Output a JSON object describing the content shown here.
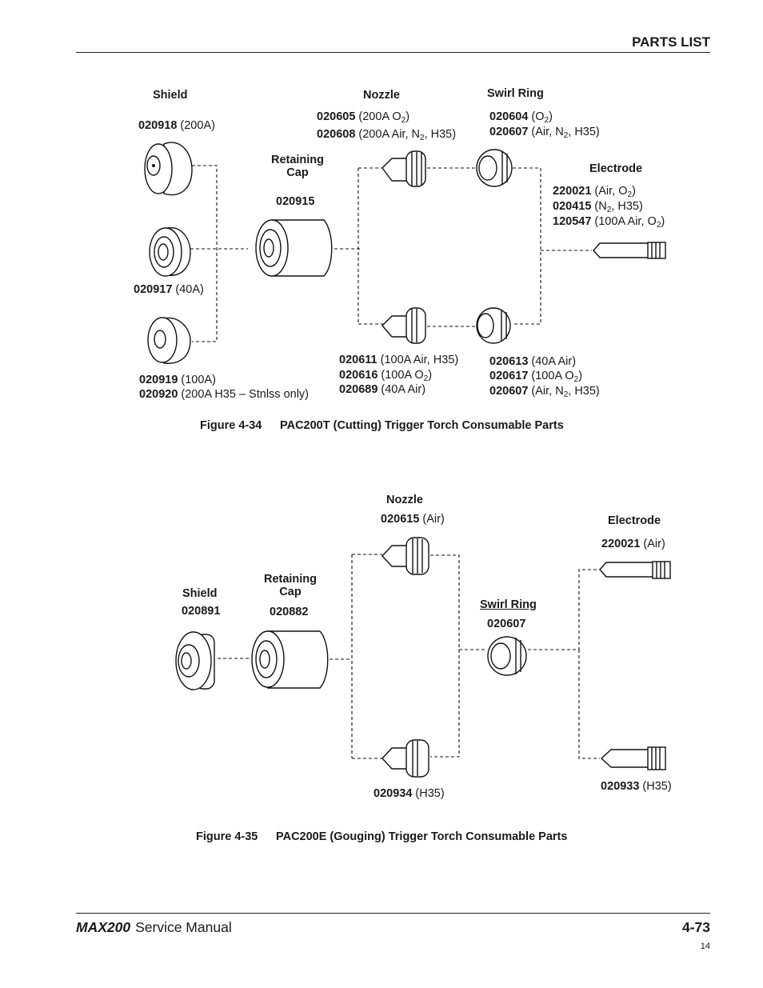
{
  "header": {
    "section": "PARTS LIST"
  },
  "fig34": {
    "shield_head": "Shield",
    "shield_200a": "020918",
    "shield_200a_note": " (200A)",
    "shield_40a": "020917",
    "shield_40a_note": " (40A)",
    "shield_100a": "020919",
    "shield_100a_note": " (100A)",
    "shield_200a_h35": "020920",
    "shield_200a_h35_note": " (200A H35 – Stnlss only)",
    "cap_head_line1": "Retaining",
    "cap_head_line2": "Cap",
    "cap_part": "020915",
    "nozzle_head": "Nozzle",
    "nozzle_a": "020605",
    "nozzle_a_pre": " (200A O",
    "nozzle_a_sub": "2",
    "nozzle_a_post": ")",
    "nozzle_b": "020608",
    "nozzle_b_pre": " (200A Air, N",
    "nozzle_b_sub": "2",
    "nozzle_b_post": ", H35)",
    "nozzle_c": "020611",
    "nozzle_c_note": " (100A Air, H35)",
    "nozzle_d": "020616",
    "nozzle_d_pre": " (100A O",
    "nozzle_d_sub": "2",
    "nozzle_d_post": ")",
    "nozzle_e": "020689",
    "nozzle_e_note": " (40A Air)",
    "swirl_head": "Swirl Ring",
    "swirl_a": "020604",
    "swirl_a_pre": " (O",
    "swirl_a_sub": "2",
    "swirl_a_post": ")",
    "swirl_b": "020607",
    "swirl_b_pre": " (Air, N",
    "swirl_b_sub": "2",
    "swirl_b_post": ", H35)",
    "swirl_c": "020613",
    "swirl_c_note": " (40A Air)",
    "swirl_d": "020617",
    "swirl_d_pre": " (100A O",
    "swirl_d_sub": "2",
    "swirl_d_post": ")",
    "swirl_e": "020607",
    "swirl_e_pre": " (Air, N",
    "swirl_e_sub": "2",
    "swirl_e_post": ", H35)",
    "electrode_head": "Electrode",
    "electrode_a": "220021",
    "electrode_a_pre": " (Air, O",
    "electrode_a_sub": "2",
    "electrode_a_post": ")",
    "electrode_b": "020415",
    "electrode_b_pre": " (N",
    "electrode_b_sub": "2",
    "electrode_b_post": ", H35)",
    "electrode_c": "120547",
    "electrode_c_pre": " (100A Air, O",
    "electrode_c_sub": "2",
    "electrode_c_post": ")",
    "caption_num": "Figure 4-34",
    "caption_text": "PAC200T (Cutting) Trigger Torch Consumable Parts"
  },
  "fig35": {
    "nozzle_head": "Nozzle",
    "nozzle_air": "020615",
    "nozzle_air_note": " (Air)",
    "nozzle_h35": "020934",
    "nozzle_h35_note": " (H35)",
    "electrode_head": "Electrode",
    "electrode_air": "220021",
    "electrode_air_note": " (Air)",
    "electrode_h35": "020933",
    "electrode_h35_note": " (H35)",
    "shield_head": "Shield",
    "shield_part": "020891",
    "cap_head_line1": "Retaining",
    "cap_head_line2": "Cap",
    "cap_part": "020882",
    "swirl_head": "Swirl Ring",
    "swirl_part": "020607",
    "caption_num": "Figure 4-35",
    "caption_text": "PAC200E (Gouging) Trigger Torch Consumable Parts"
  },
  "footer": {
    "brand": "MAX200",
    "title": "Service Manual",
    "page": "4-73",
    "sheet": "14"
  }
}
